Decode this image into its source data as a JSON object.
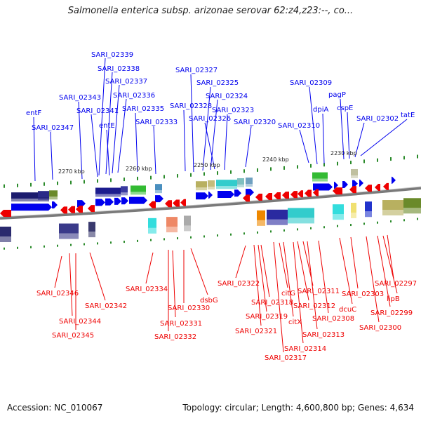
{
  "title": "Salmonella enterica subsp. arizonae serovar 62:z4,z23:--, co...",
  "footer": {
    "accession": "Accession: NC_010067",
    "topology": "Topology: circular; Length: 4,600,800 bp; Genes: 4,634"
  },
  "colors": {
    "forward": "#0000ee",
    "reverse": "#ee0000",
    "backbone": "#808080",
    "tick": "#2a8a2a"
  },
  "kbp_labels": [
    "2270 kbp",
    "2260 kbp",
    "2250 kbp",
    "2240 kbp",
    "2230 kbp"
  ],
  "top_genes": [
    "SARI_02339",
    "SARI_02338",
    "SARI_02337",
    "SARI_02336",
    "SARI_02335",
    "SARI_02343",
    "SARI_02341",
    "entE",
    "entF",
    "SARI_02347",
    "SARI_02333",
    "SARI_02327",
    "SARI_02325",
    "SARI_02324",
    "SARI_02328",
    "SARI_02323",
    "SARI_02326",
    "SARI_02320",
    "SARI_02309",
    "dpiA",
    "SARI_02310",
    "pagP",
    "cspE",
    "SARI_02302",
    "tatE"
  ],
  "bottom_genes": [
    "SARI_02346",
    "SARI_02344",
    "SARI_02345",
    "SARI_02342",
    "SARI_02334",
    "SARI_02330",
    "SARI_02331",
    "SARI_02332",
    "dsbG",
    "SARI_02322",
    "SARI_02318",
    "SARI_02319",
    "SARI_02321",
    "citG",
    "citX",
    "SARI_02317",
    "SARI_02314",
    "SARI_02311",
    "SARI_02312",
    "SARI_02313",
    "SARI_02308",
    "SARI_02303",
    "dcuC",
    "SARI_02300",
    "SARI_02299",
    "lipB",
    "SARI_02297"
  ]
}
